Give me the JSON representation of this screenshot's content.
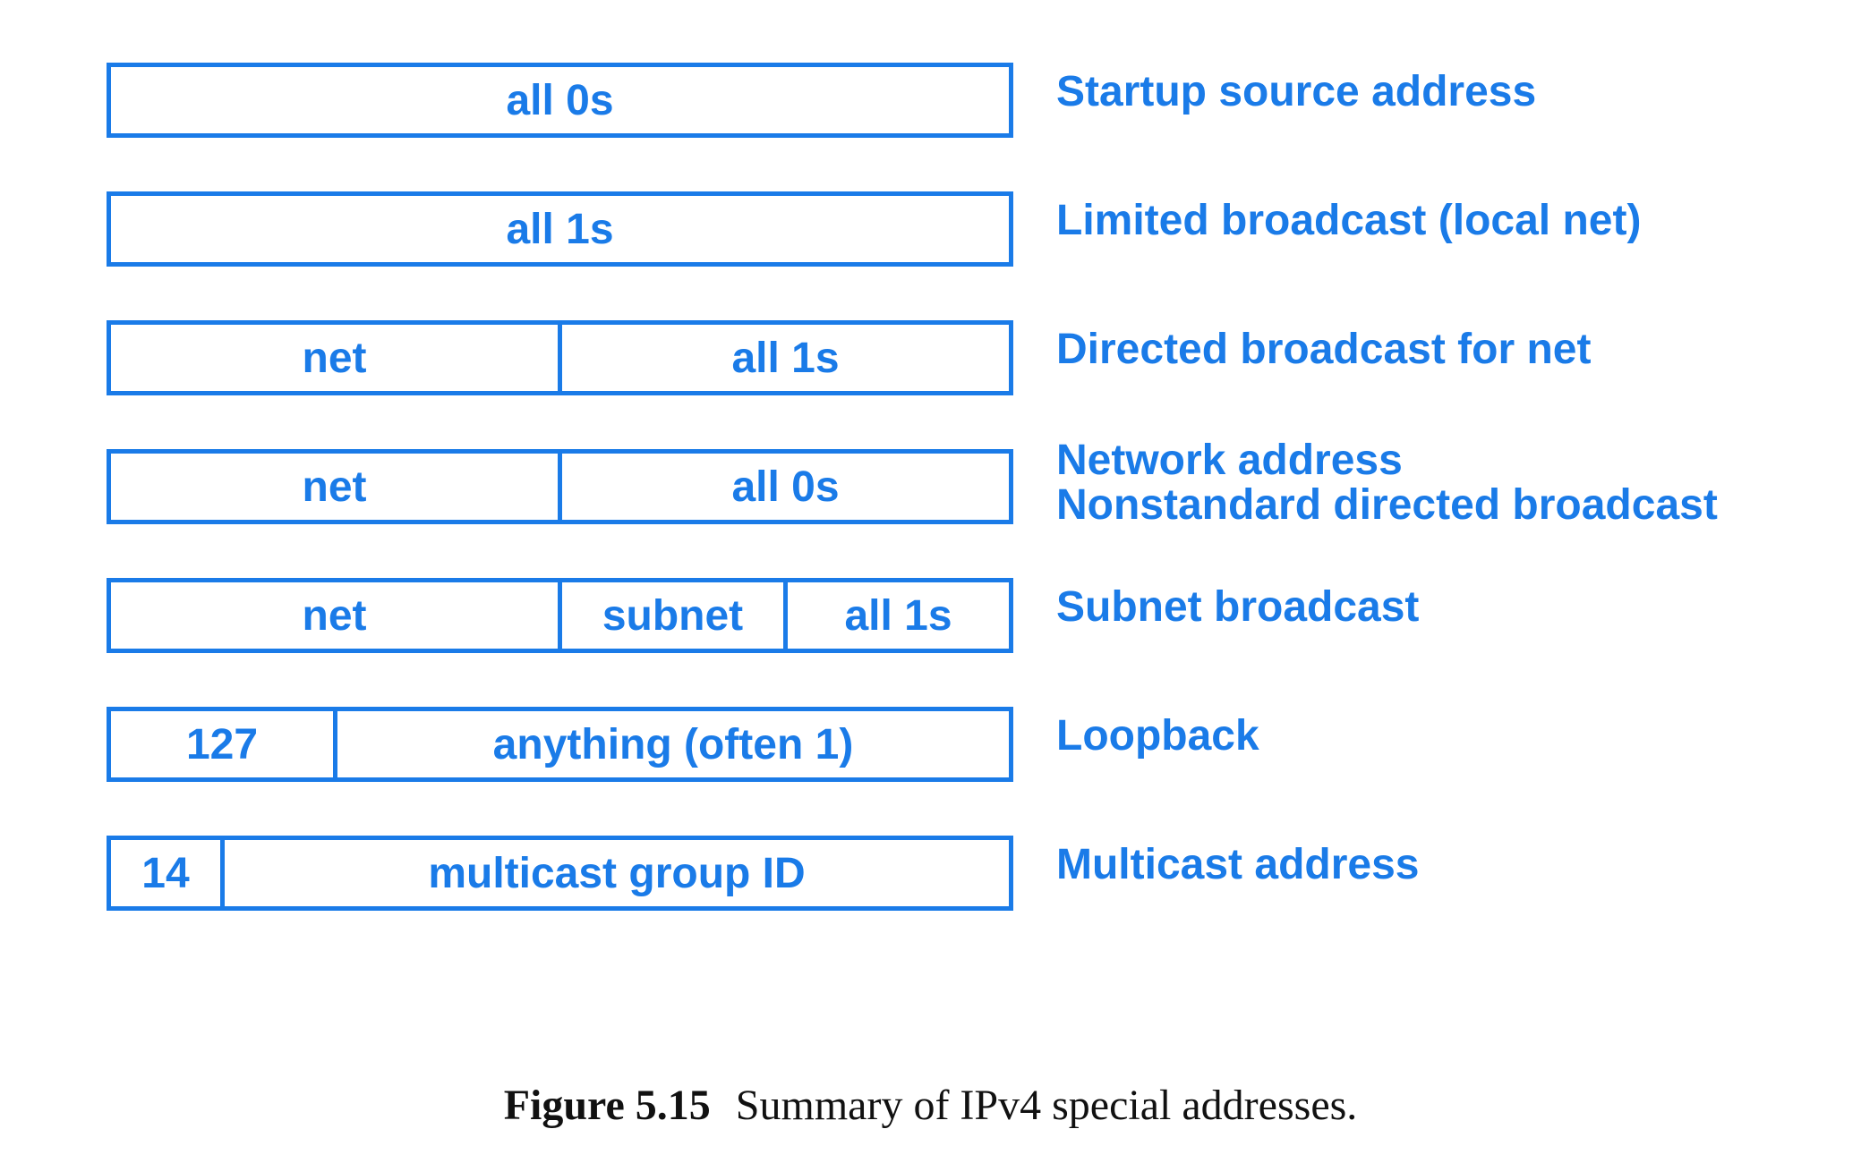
{
  "rows": [
    {
      "fields": [
        "all 0s"
      ],
      "description": [
        "Startup source address"
      ]
    },
    {
      "fields": [
        "all 1s"
      ],
      "description": [
        "Limited broadcast (local net)"
      ]
    },
    {
      "fields": [
        "net",
        "all 1s"
      ],
      "description": [
        "Directed broadcast for net"
      ]
    },
    {
      "fields": [
        "net",
        "all 0s"
      ],
      "description": [
        "Network address",
        "Nonstandard directed broadcast"
      ]
    },
    {
      "fields": [
        "net",
        "subnet",
        "all 1s"
      ],
      "description": [
        "Subnet broadcast"
      ]
    },
    {
      "fields": [
        "127",
        "anything (often 1)"
      ],
      "description": [
        "Loopback"
      ]
    },
    {
      "fields": [
        "14",
        "multicast group ID"
      ],
      "description": [
        "Multicast address"
      ]
    }
  ],
  "caption": {
    "number": "Figure 5.15",
    "text": "Summary of IPv4 special addresses."
  },
  "colors": {
    "accent": "#1a7be8",
    "caption": "#111111"
  }
}
